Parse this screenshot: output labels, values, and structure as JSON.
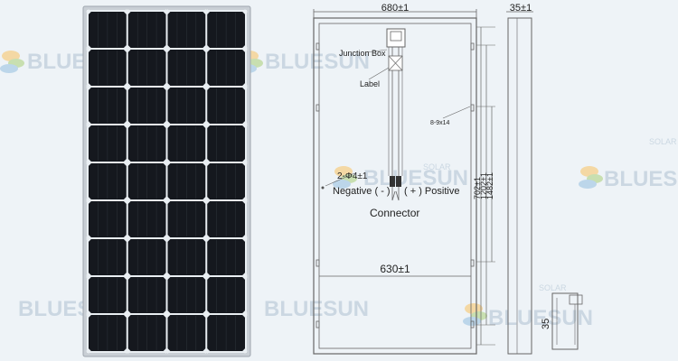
{
  "watermark": {
    "brand": "BLUESUN",
    "subtext": "SOLAR",
    "color": "#c5d3df",
    "leaf_colors": [
      "#f4d8a4",
      "#c8dfb0",
      "#bcd6ea"
    ]
  },
  "panel": {
    "rows": 9,
    "cols": 4,
    "frame_color": "#c9cfd5",
    "cell_color": "#15181e",
    "cell_line_color": "#2f343c",
    "gap_color": "#e9eef2"
  },
  "drawing": {
    "width_label": "680±1",
    "depth_label": "35±1",
    "inner_width_label": "630±1",
    "junction_box_label": "Junction Box",
    "label_label": "Label",
    "hole_label": "8-9x14",
    "ground_label": "2-Φ4±1",
    "negative_label": "Negative ( - )",
    "positive_label": "( + ) Positive",
    "connector_label": "Connector",
    "dim_702": "702±1",
    "dim_1202": "1202±1",
    "dim_1482": "1482±1",
    "side_35": "35"
  }
}
